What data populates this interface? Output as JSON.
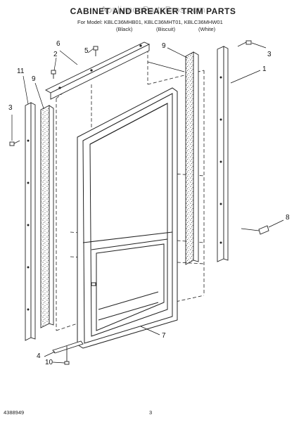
{
  "header": {
    "title": "CABINET AND BREAKER TRIM PARTS",
    "watermark": "AppliancePartsPros.com",
    "model_line": "For Model: KBLC36MHB01, KBLC36MHT01, KBLC36MHW01",
    "variants": [
      "(Black)",
      "(Biscuit)",
      "(White)"
    ]
  },
  "callouts": {
    "c5": "5",
    "c6": "6",
    "c2": "2",
    "c11": "11",
    "c9_left": "9",
    "c3_left": "3",
    "c9_right": "9",
    "c3_right": "3",
    "c1": "1",
    "c8": "8",
    "c7": "7",
    "c4": "4",
    "c10": "10"
  },
  "footer": {
    "doc_number": "4388949",
    "page": "3"
  }
}
